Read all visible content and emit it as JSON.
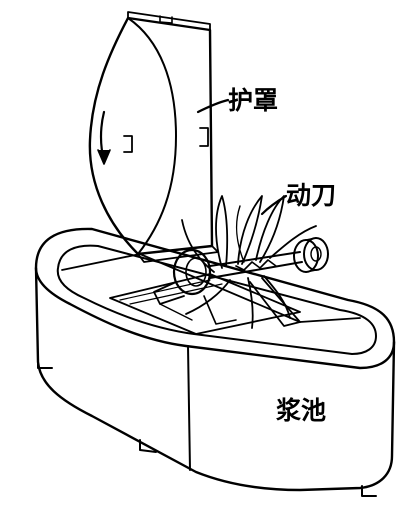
{
  "labels": {
    "guard": "护罩",
    "blade": "动刀",
    "tank": "浆池"
  },
  "colors": {
    "ink": "#000000",
    "paper": "#ffffff"
  }
}
